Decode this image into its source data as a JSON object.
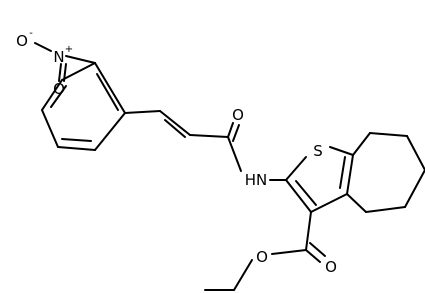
{
  "atoms": {
    "nitro_o1": "O",
    "nitro_o1_charge": "-",
    "nitro_n": "N",
    "nitro_n_charge": "+",
    "nitro_o2": "O",
    "amide_o": "O",
    "nh": "HN",
    "thiophene_s": "S",
    "ester_o_carbonyl": "O",
    "ester_o_alkoxy": "O"
  },
  "colors": {
    "bond": "#000000",
    "text": "#000000",
    "background": "#ffffff"
  }
}
